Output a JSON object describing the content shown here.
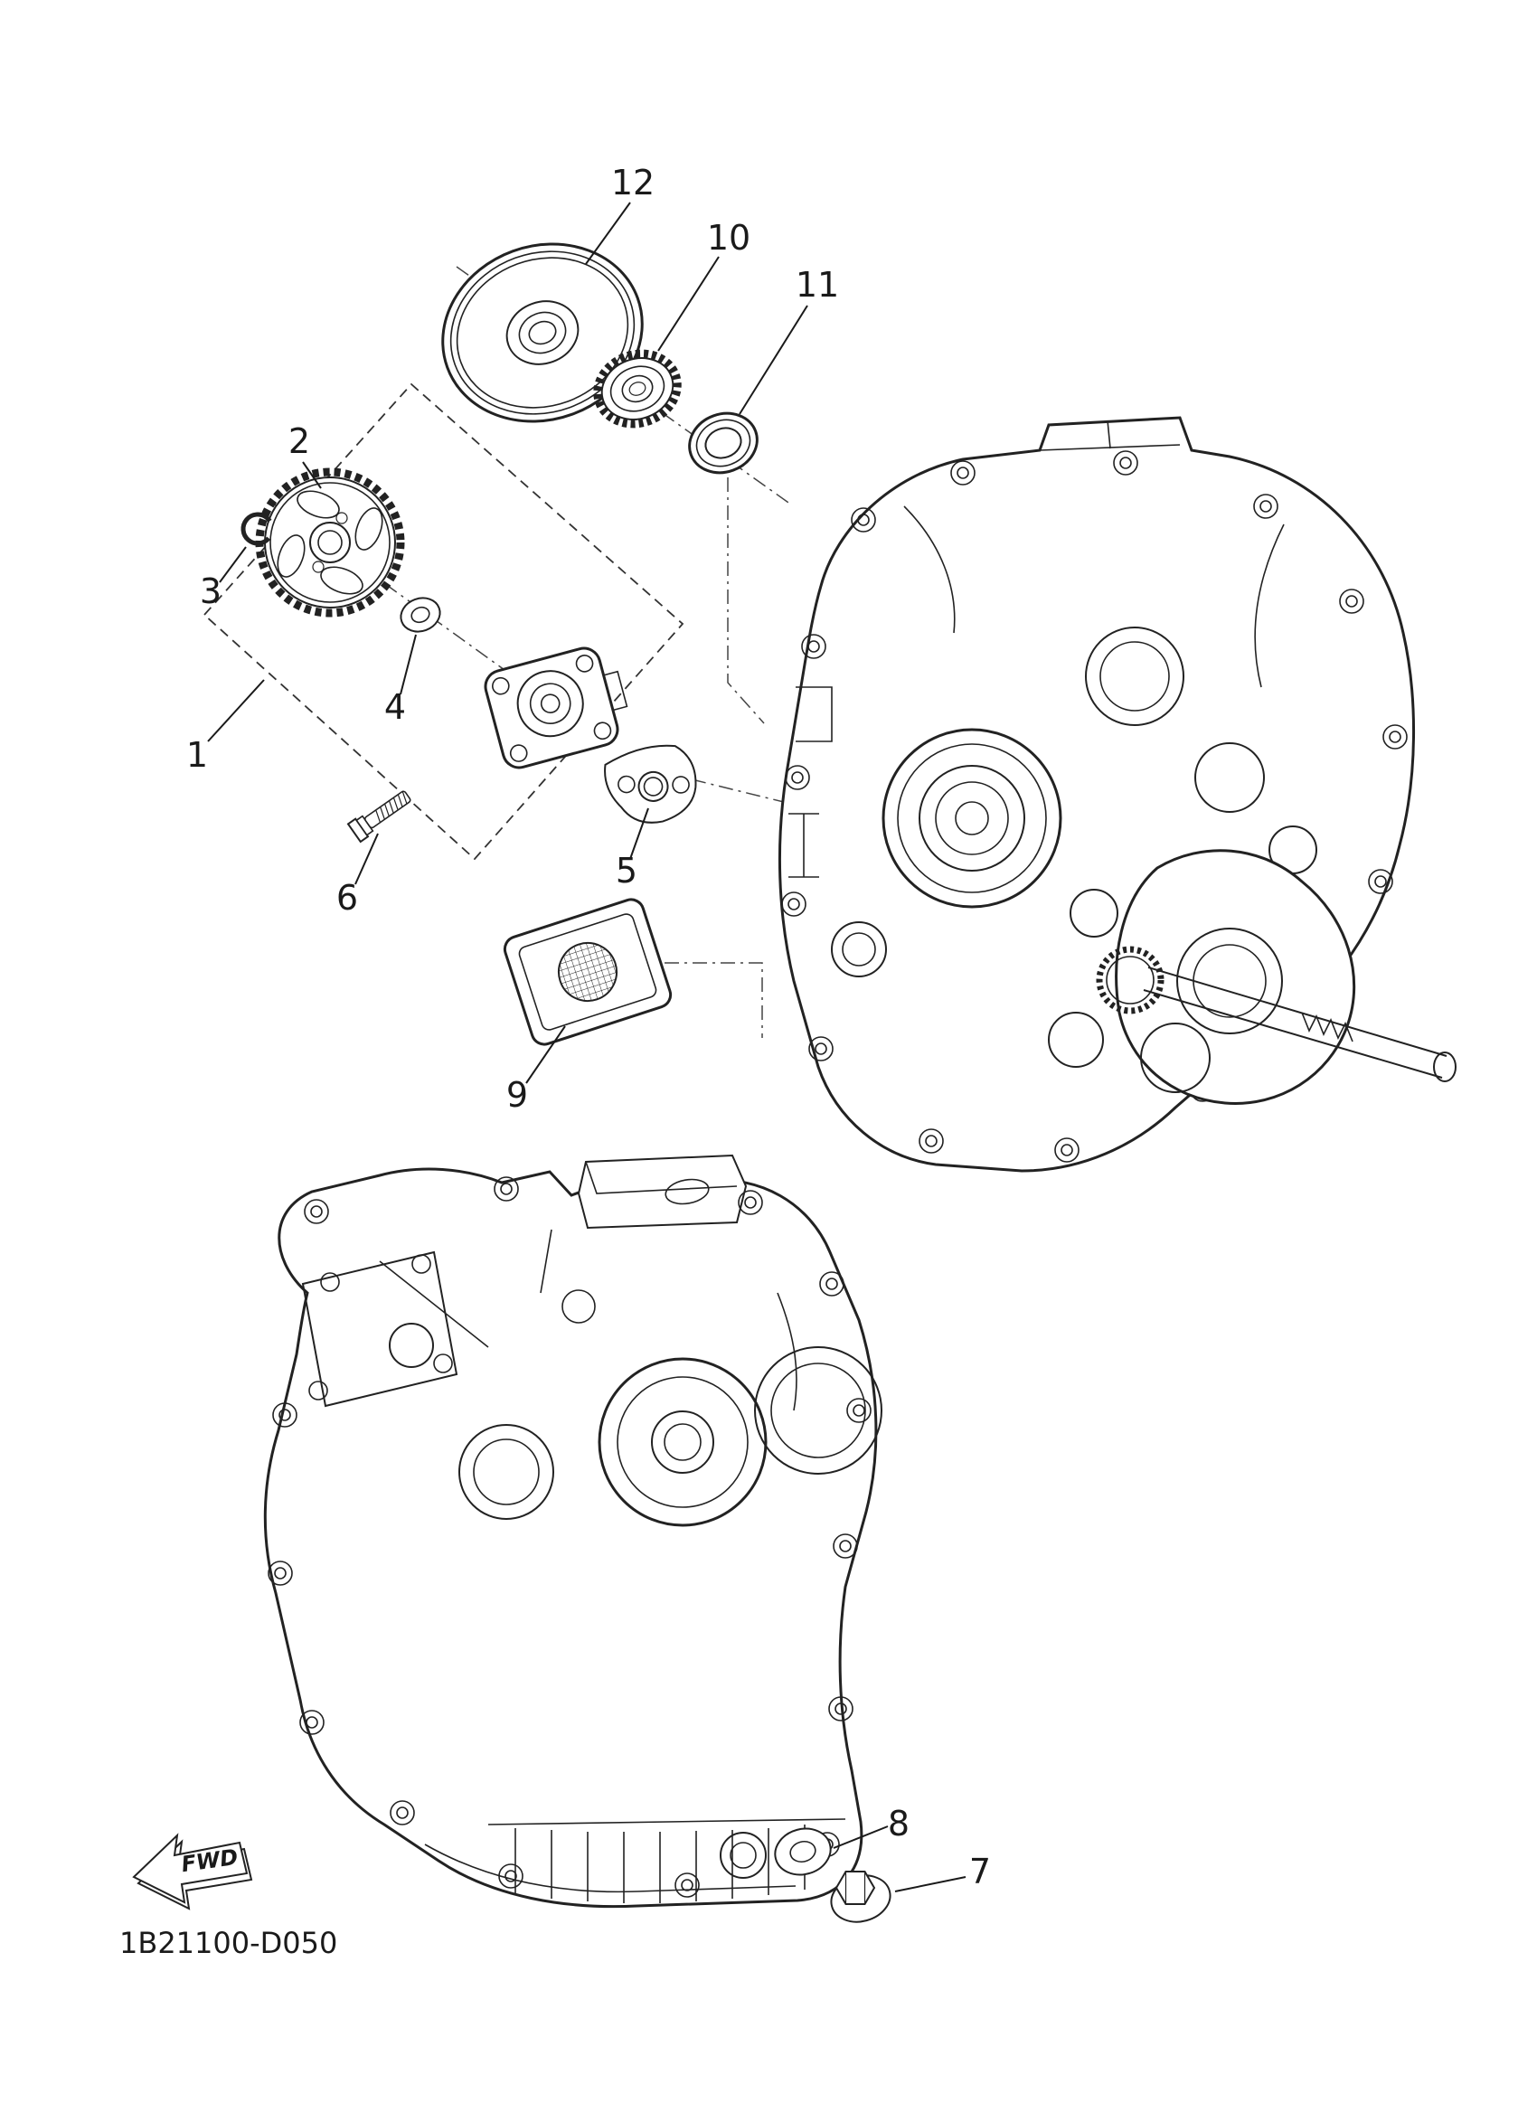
{
  "diagram": {
    "code": "1B21100-D050",
    "fwd_label": "FWD",
    "line_color": "#1a1a1a",
    "background": "#ffffff",
    "callouts": [
      {
        "label": "1"
      },
      {
        "label": "2"
      },
      {
        "label": "3"
      },
      {
        "label": "4"
      },
      {
        "label": "5"
      },
      {
        "label": "6"
      },
      {
        "label": "7"
      },
      {
        "label": "8"
      },
      {
        "label": "9"
      },
      {
        "label": "10"
      },
      {
        "label": "11"
      },
      {
        "label": "12"
      }
    ]
  }
}
